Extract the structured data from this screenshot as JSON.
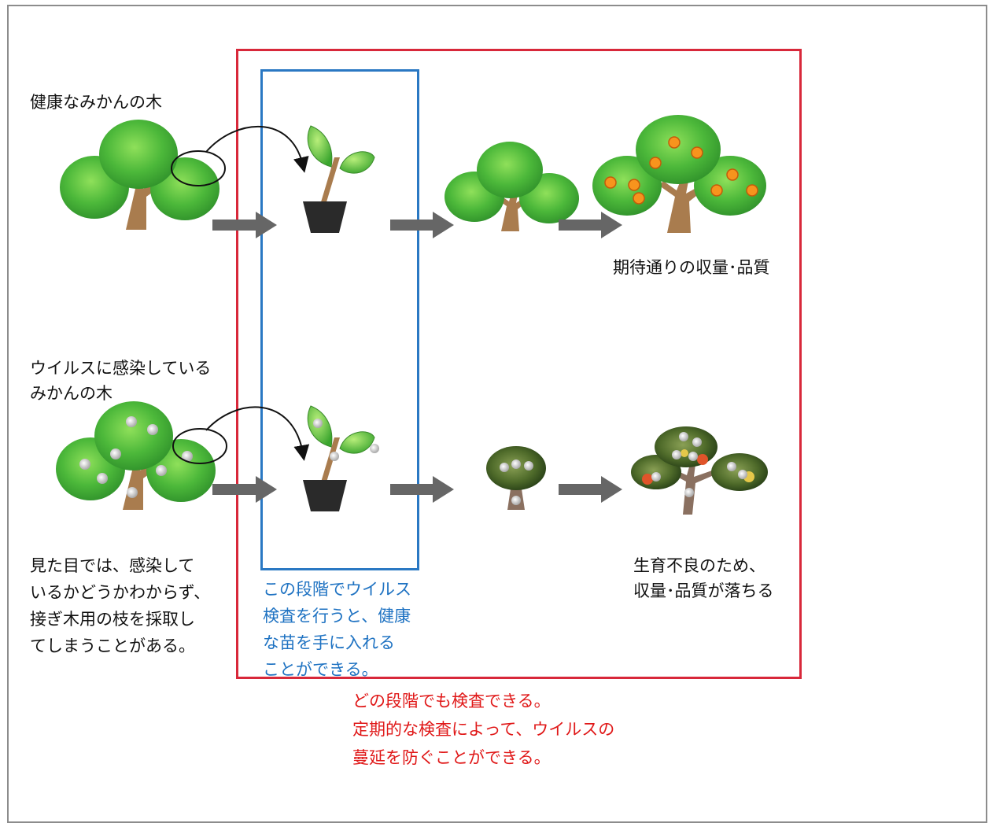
{
  "labels": {
    "healthy_tree": "健康なみかんの木",
    "infected_tree_1": "ウイルスに感染している",
    "infected_tree_2": "みかんの木",
    "expected_yield": "期待通りの収量･品質",
    "poor_growth_1": "生育不良のため、",
    "poor_growth_2": "収量･品質が落ちる",
    "appearance_1": "見た目では、感染して",
    "appearance_2": "いるかどうかわからず、",
    "appearance_3": "接ぎ木用の枝を採取し",
    "appearance_4": "てしまうことがある。",
    "seedling_stage_1": "この段階でウイルス",
    "seedling_stage_2": "検査を行うと、健康",
    "seedling_stage_3": "な苗を手に入れる",
    "seedling_stage_4": "ことができる。",
    "any_stage_1": "どの段階でも検査できる。",
    "any_stage_2": "定期的な検査によって、ウイルスの",
    "any_stage_3": "蔓延を防ぐことができる。"
  },
  "colors": {
    "red_frame": "#d8283a",
    "blue_frame": "#2a78c3",
    "blue_text": "#1e72c2",
    "red_text": "#e01818",
    "arrow": "#666666",
    "foliage": "#4cb83a",
    "trunk": "#a97c4e",
    "fruit": "#f7941d",
    "virus_spot": "#d0d0d0"
  },
  "icons": [
    "healthy-tree-icon",
    "infected-tree-icon",
    "seedling-pot-icon",
    "young-tree-icon",
    "fruiting-tree-icon",
    "stunted-tree-icon",
    "sick-fruiting-tree-icon",
    "arrow-right-icon",
    "curved-arrow-icon"
  ]
}
